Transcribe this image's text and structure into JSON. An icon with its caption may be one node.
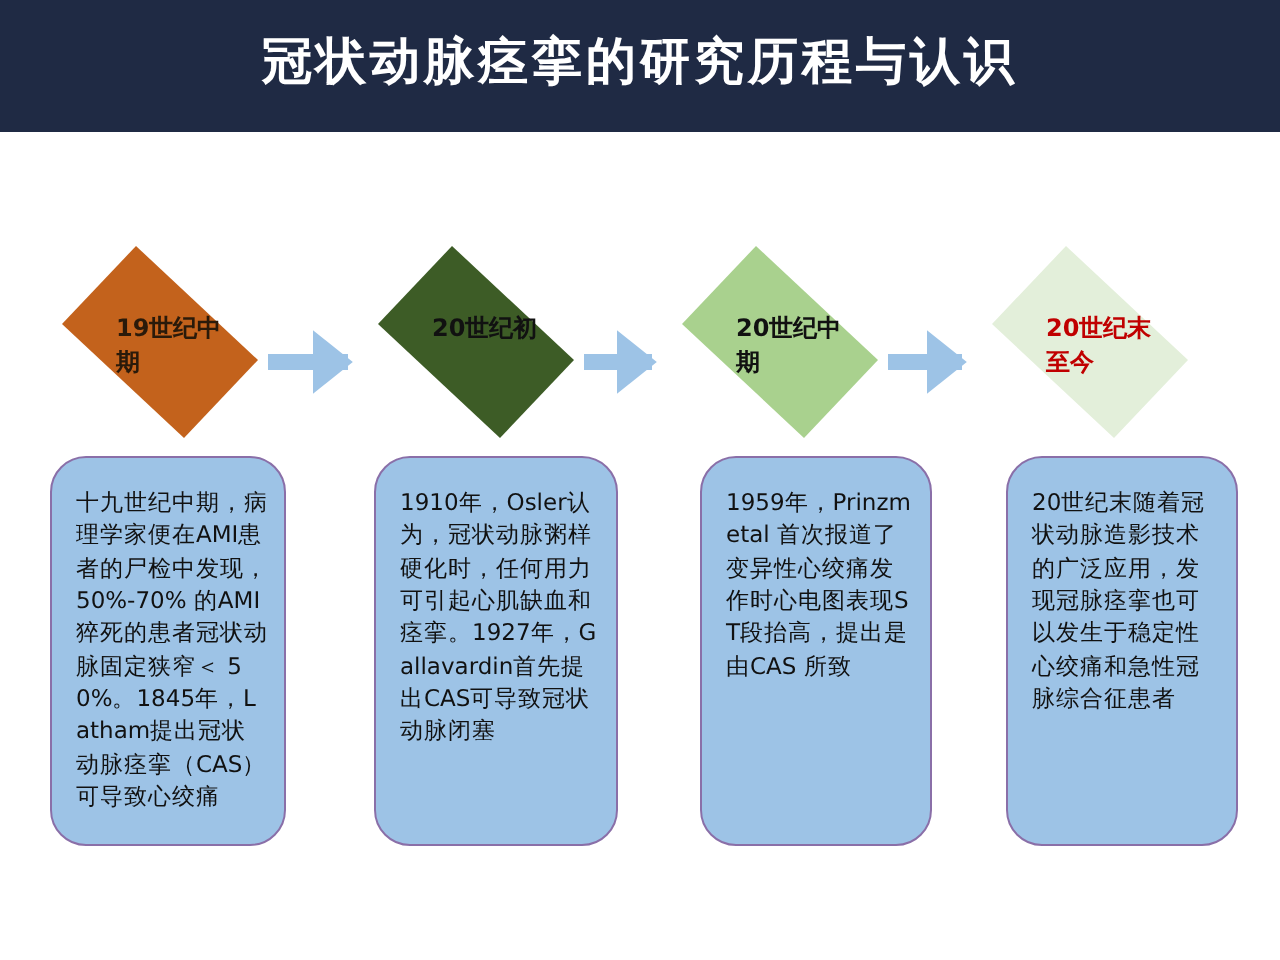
{
  "diagram": {
    "title": "冠状动脉痉挛的研究历程与认识",
    "nodes": [
      {
        "text": [
          "19世纪中期"
        ]
      },
      {
        "text": [
          "20世纪初"
        ]
      },
      {
        "text": [
          "20世纪中期"
        ]
      },
      {
        "text": [
          "20世纪末至今"
        ]
      },
      {
        "text": [
          "十九世纪中期，病理学家便在AMI患者的尸检中发现，50%-70% 的AMI猝死的患者冠状动脉固定狭窄＜ 50%。1845年，Latham提出冠状动脉痉挛（CAS）可导致心绞痛"
        ]
      },
      {
        "text": [
          "1910年，Osler认为，冠状动脉粥样硬化时，任何用力可引起心肌缺血和痉挛。1927年，Gallavardin首先提出CAS可导致冠状动脉闭塞"
        ]
      },
      {
        "text": [
          "1959年，Prinzmetal 首次报道了变异性心绞痛发作时心电图表现ST段抬高，提出是由CAS 所致"
        ]
      },
      {
        "text": [
          "20世纪末随着冠状动脉造影技术的广泛应用，发现冠脉痉挛也可以发生于稳定性心绞痛和急性冠脉综合征患者"
        ]
      }
    ],
    "edges": [
      {
        "from": 0,
        "to": 1,
        "arrow": "to"
      },
      {
        "from": 1,
        "to": 2,
        "arrow": "to"
      },
      {
        "from": 2,
        "to": 3,
        "arrow": "to"
      }
    ]
  }
}
